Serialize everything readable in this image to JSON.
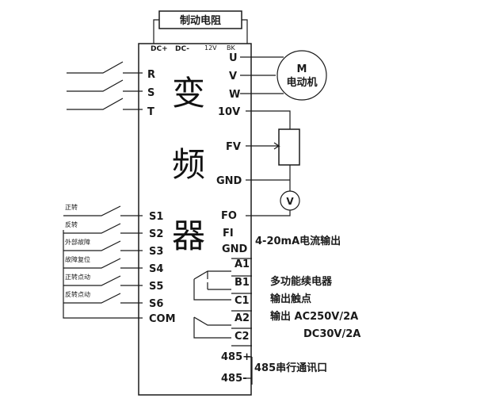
{
  "title": "变频器",
  "brake_resistor": "制动电阻",
  "dc_labels": {
    "dc_plus": "DC+",
    "dc_minus": "DC-",
    "v12": "12V",
    "bk": "BK"
  },
  "outputs": [
    "U",
    "V",
    "W"
  ],
  "motor": {
    "letter": "M",
    "name": "电动机"
  },
  "power_inputs": [
    "R",
    "S",
    "T"
  ],
  "analog": {
    "v10": "10V",
    "fv": "FV",
    "gnd": "GND",
    "voltmeter": "V",
    "fo": "FO",
    "fi": "FI",
    "gnd2": "GND",
    "fi_note": "4-20mA电流输出"
  },
  "digital_inputs": [
    {
      "terminal": "S1",
      "function": "正转"
    },
    {
      "terminal": "S2",
      "function": "反转"
    },
    {
      "terminal": "S3",
      "function": "外部故障"
    },
    {
      "terminal": "S4",
      "function": "故障复位"
    },
    {
      "terminal": "S5",
      "function": "正转点动"
    },
    {
      "terminal": "S6",
      "function": "反转点动"
    }
  ],
  "com": "COM",
  "relay_terminals": [
    "A1",
    "B1",
    "C1",
    "A2",
    "C2"
  ],
  "relay_note": {
    "line1": "多功能续电器",
    "line2": "输出触点",
    "line3": "输出 AC250V/2A",
    "line4": "DC30V/2A"
  },
  "rs485": {
    "plus": "485+",
    "minus": "485-",
    "note": "485串行通讯口"
  }
}
